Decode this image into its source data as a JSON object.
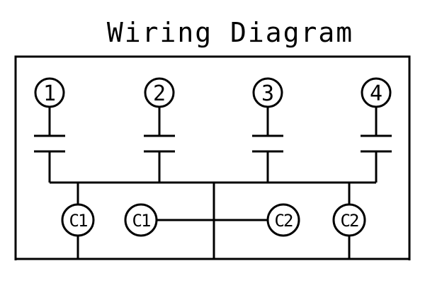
{
  "title": "Wiring Diagram",
  "terminals": [
    "1",
    "2",
    "3",
    "4"
  ],
  "connectors": [
    "C1",
    "C1",
    "C2",
    "C2"
  ]
}
